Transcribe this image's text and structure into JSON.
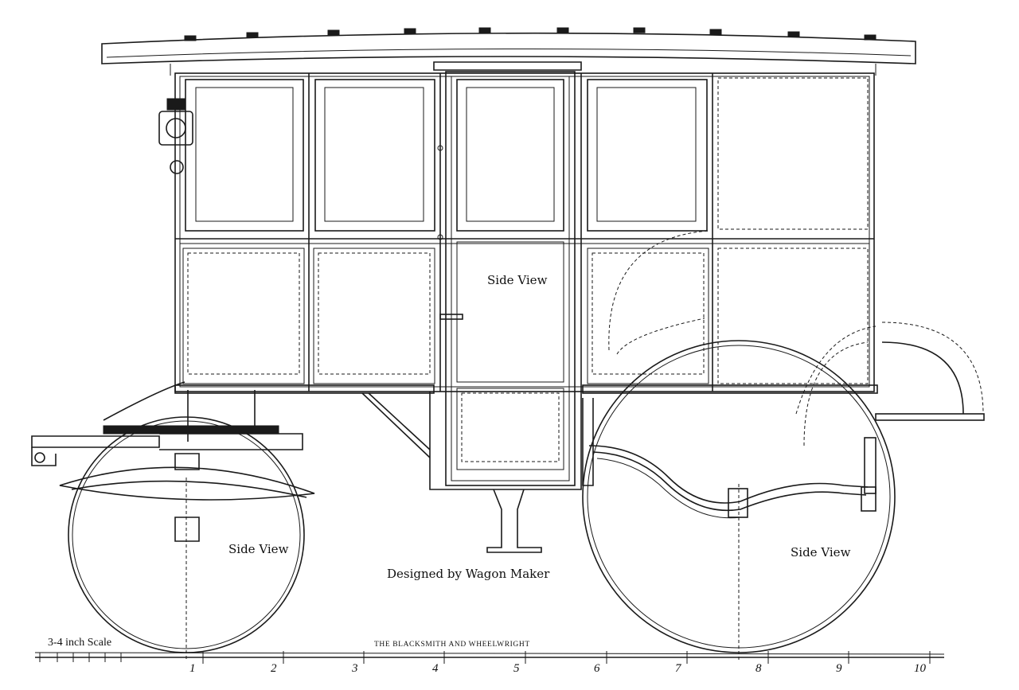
{
  "labels": {
    "center_view": "Side View",
    "front_wheel_view": "Side View",
    "rear_wheel_view": "Side View",
    "designer": "Designed by Wagon Maker",
    "publication": "THE BLACKSMITH AND WHEELWRIGHT",
    "scale": "3-4 inch Scale"
  },
  "scale_ticks": [
    "1",
    "2",
    "3",
    "4",
    "5",
    "6",
    "7",
    "8",
    "9",
    "10"
  ]
}
